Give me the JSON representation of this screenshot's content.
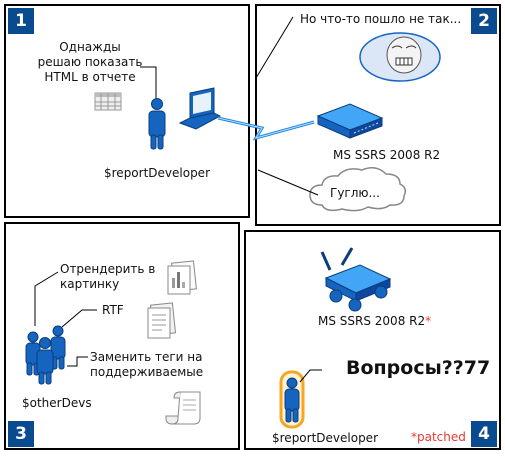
{
  "panel1": {
    "badge": "1",
    "note_line1": "Однажды",
    "note_line2": "решаю показать",
    "note_line3": "HTML в отчете",
    "developer": "$reportDeveloper"
  },
  "panel2": {
    "badge": "2",
    "caption": "Но что-то пошло не так...",
    "server": "MS SSRS 2008 R2",
    "cloud": "Гуглю..."
  },
  "panel3": {
    "badge": "3",
    "option1_line1": "Отрендерить в",
    "option1_line2": "картинку",
    "option2": "RTF",
    "option3_line1": "Заменить теги на",
    "option3_line2": "поддерживаемые",
    "group": "$otherDevs"
  },
  "panel4": {
    "badge": "4",
    "server": "MS SSRS 2008 R2",
    "asterisk": "*",
    "question": "Вопросы??77",
    "developer": "$reportDeveloper",
    "patched": "*patched"
  },
  "colors": {
    "badge": "#0a4a8e",
    "person": "#1565c0",
    "halo": "#f5a623",
    "patched": "#e53935"
  }
}
